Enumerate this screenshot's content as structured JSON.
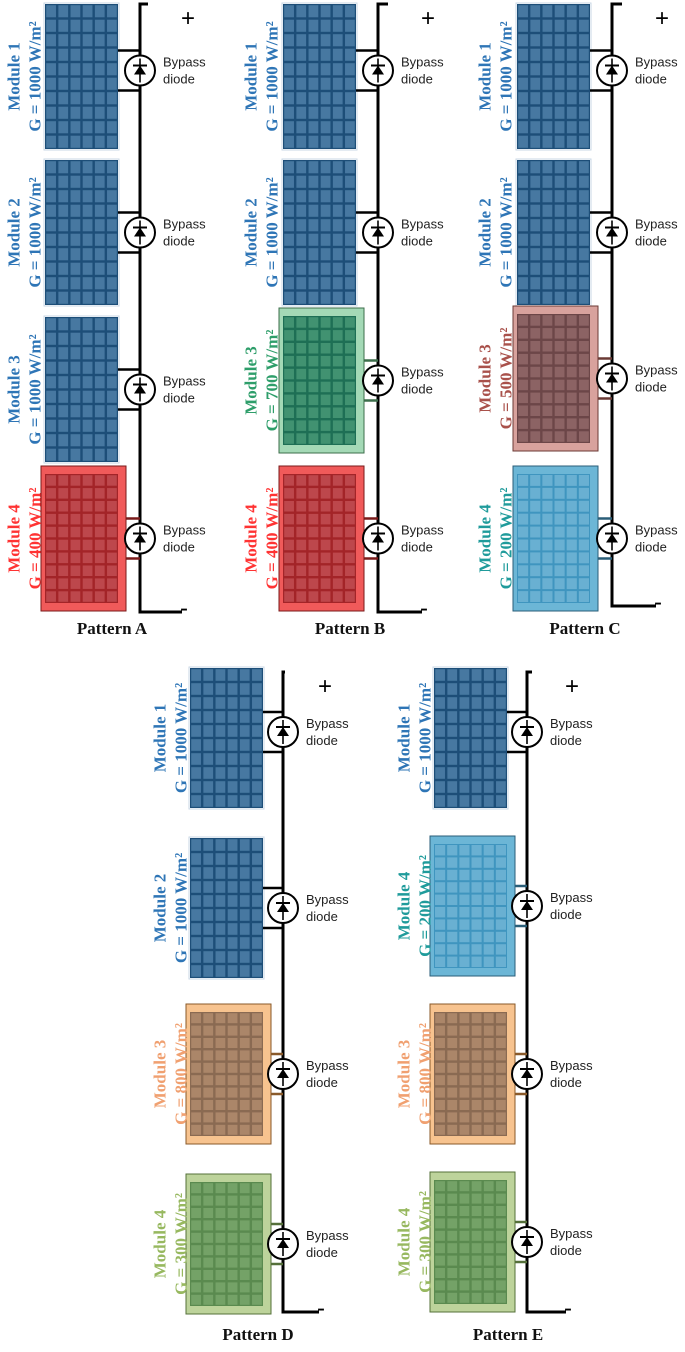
{
  "labels": {
    "bypass_line1": "Bypass",
    "bypass_line2": "diode",
    "plus": "+",
    "minus": "-"
  },
  "colors": {
    "blue_label": "#2e75b6",
    "red_label": "#ff3333",
    "green_label": "#2e9e6a",
    "rose_label": "#a9514b",
    "teal_label": "#1f9b9b",
    "orange_label": "#f0a070",
    "olive_label": "#97b85f",
    "wire": "#000000"
  },
  "patterns": [
    {
      "caption": "Pattern A",
      "modules": [
        {
          "name": "Module 1",
          "irradiance": "G = 1000 W/m²",
          "style": "blue"
        },
        {
          "name": "Module 2",
          "irradiance": "G = 1000 W/m²",
          "style": "blue"
        },
        {
          "name": "Module 3",
          "irradiance": "G = 1000 W/m²",
          "style": "blue"
        },
        {
          "name": "Module 4",
          "irradiance": "G = 400 W/m²",
          "style": "red"
        }
      ]
    },
    {
      "caption": "Pattern B",
      "modules": [
        {
          "name": "Module 1",
          "irradiance": "G = 1000 W/m²",
          "style": "blue"
        },
        {
          "name": "Module 2",
          "irradiance": "G = 1000 W/m²",
          "style": "blue"
        },
        {
          "name": "Module 3",
          "irradiance": "G = 700 W/m²",
          "style": "green"
        },
        {
          "name": "Module 4",
          "irradiance": "G = 400 W/m²",
          "style": "red"
        }
      ]
    },
    {
      "caption": "Pattern C",
      "modules": [
        {
          "name": "Module 1",
          "irradiance": "G = 1000 W/m²",
          "style": "blue"
        },
        {
          "name": "Module 2",
          "irradiance": "G = 1000 W/m²",
          "style": "blue"
        },
        {
          "name": "Module 3",
          "irradiance": "G = 500 W/m²",
          "style": "rose"
        },
        {
          "name": "Module 4",
          "irradiance": "G = 200 W/m²",
          "style": "teal"
        }
      ]
    },
    {
      "caption": "Pattern D",
      "modules": [
        {
          "name": "Module 1",
          "irradiance": "G = 1000 W/m²",
          "style": "blue"
        },
        {
          "name": "Module 2",
          "irradiance": "G = 1000 W/m²",
          "style": "blue"
        },
        {
          "name": "Module 3",
          "irradiance": "G = 800 W/m²",
          "style": "orange"
        },
        {
          "name": "Module 4",
          "irradiance": "G = 300 W/m²",
          "style": "olive"
        }
      ]
    },
    {
      "caption": "Pattern E",
      "modules": [
        {
          "name": "Module 1",
          "irradiance": "G = 1000 W/m²",
          "style": "blue"
        },
        {
          "name": "Module 4",
          "irradiance": "G = 200 W/m²",
          "style": "teal"
        },
        {
          "name": "Module 3",
          "irradiance": "G = 800 W/m²",
          "style": "orange"
        },
        {
          "name": "Module 4",
          "irradiance": "G = 300 W/m²",
          "style": "olive"
        }
      ]
    }
  ]
}
